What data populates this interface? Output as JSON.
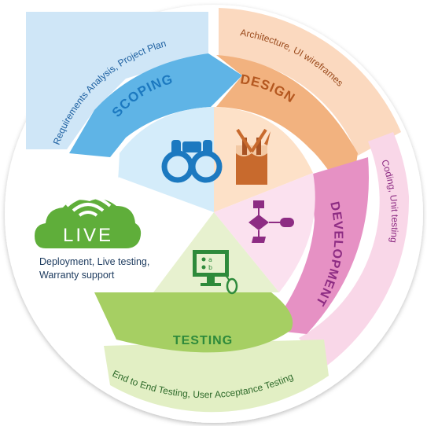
{
  "stages": {
    "scoping": {
      "title": "SCOPING",
      "desc": "Requirements Analysis, Project Plan"
    },
    "design": {
      "title": "DESIGN",
      "desc": "Architecture, UI wireframes"
    },
    "development": {
      "title": "DEVELOPMENT",
      "desc": "Coding, Unit testing"
    },
    "testing": {
      "title": "TESTING",
      "desc": "End to End Testing, User Acceptance Testing"
    }
  },
  "live": {
    "title": "LIVE",
    "desc_line1": "Deployment, Live testing,",
    "desc_line2": "Warranty support"
  },
  "colors": {
    "scoping_outer": "#cfe6f7",
    "scoping_band": "#5fb4e6",
    "scoping_inner": "#d4ecfa",
    "scoping_text": "#1c79c0",
    "design_outer": "#fbd9bf",
    "design_band": "#f2b27f",
    "design_inner": "#fde1c8",
    "design_text": "#b4571f",
    "development_outer": "#f9d7e8",
    "development_band": "#e691c4",
    "development_inner": "#fbe1ef",
    "development_text": "#8d2c83",
    "testing_outer": "#e2efc4",
    "testing_band": "#a6cf63",
    "testing_inner": "#e7f1cf",
    "testing_text": "#2e8a3b",
    "live_green": "#5fae3a"
  },
  "icons": {
    "scoping": "binoculars-icon",
    "design": "tools-castle-icon",
    "development": "flowchart-icon",
    "testing": "computer-mouse-icon",
    "live": "cloud-wifi-icon"
  }
}
